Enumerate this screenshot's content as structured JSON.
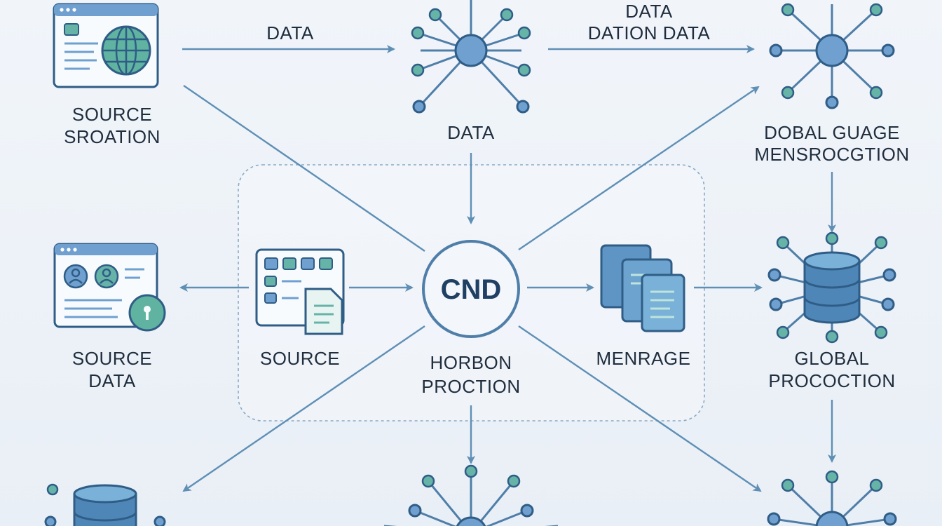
{
  "flow_labels": {
    "top_left_arrow": "DATA",
    "top_right_arrow_line1": "DATA",
    "top_right_arrow_line2": "DATION DATA"
  },
  "nodes": {
    "source_sroation": {
      "line1": "SOURCE",
      "line2": "SROATION"
    },
    "data_hub": {
      "label": "DATA"
    },
    "dobal_guage": {
      "line1": "DOBAL GUAGE",
      "line2": "MENSROCGTION"
    },
    "source_data": {
      "line1": "SOURCE",
      "line2": "DATA"
    },
    "source": {
      "label": "SOURCE"
    },
    "cnd": {
      "center": "CND",
      "line1": "HORBON",
      "line2": "PROCTION"
    },
    "menrage": {
      "label": "MENRAGE"
    },
    "global_procoction": {
      "line1": "GLOBAL",
      "line2": "PROCOCTION"
    }
  },
  "colors": {
    "arrow": "#5f8fb5",
    "node_blue": "#6fa0d0",
    "node_teal": "#66b3a8",
    "outline": "#2f5d86",
    "text": "#1f2d3d"
  },
  "icons": {
    "source_sroation": "browser-globe-icon",
    "data_hub": "network-hub-icon",
    "dobal_guage": "network-hub-icon",
    "source_data": "browser-users-lock-icon",
    "source": "dashboard-document-icon",
    "menrage": "stacked-documents-icon",
    "global_procoction": "database-network-icon"
  }
}
